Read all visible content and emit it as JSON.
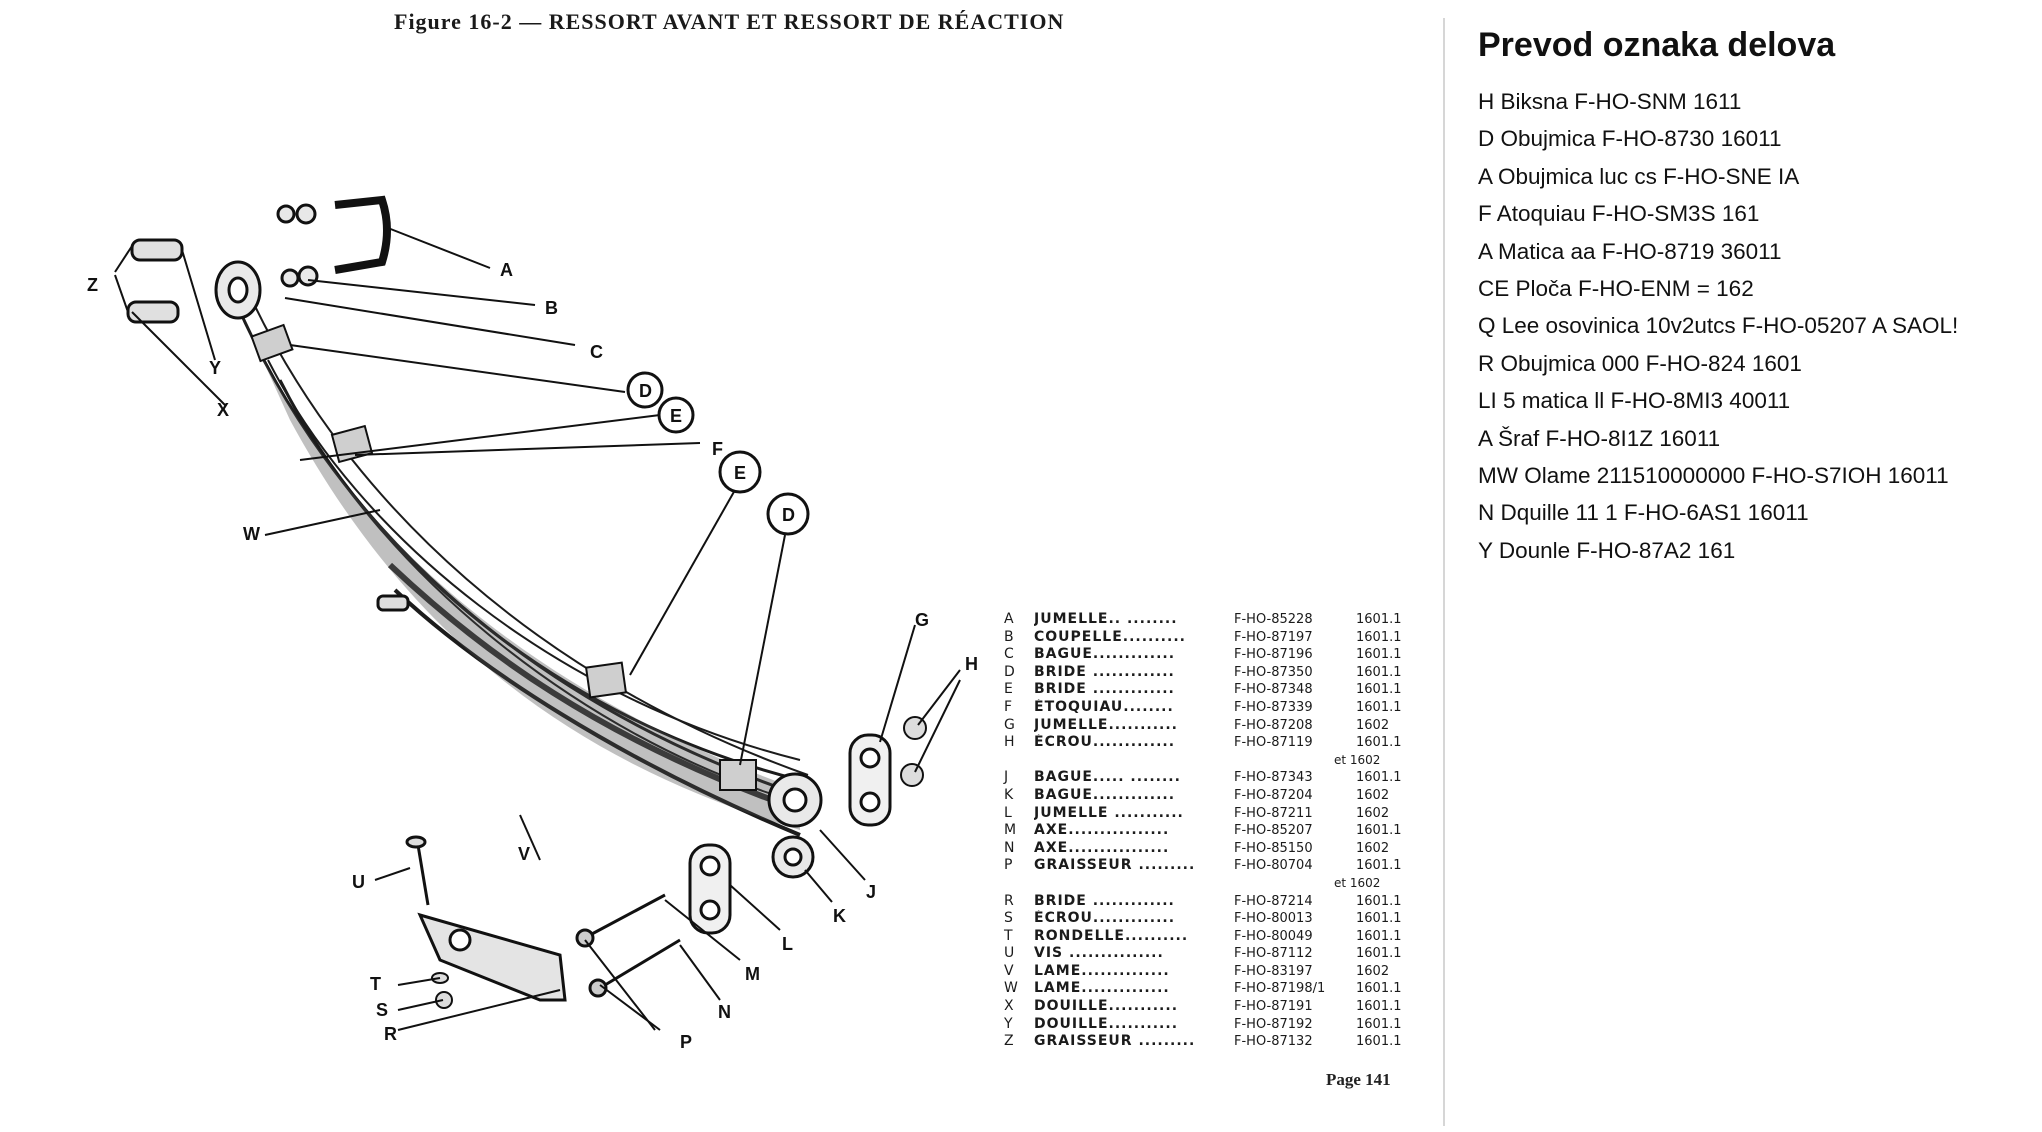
{
  "figure": {
    "title": "Figure 16-2 — RESSORT AVANT ET RESSORT DE RÉACTION",
    "page_number": "Page 141",
    "callouts": [
      "A",
      "B",
      "C",
      "D",
      "E",
      "F",
      "E",
      "D",
      "G",
      "H",
      "J",
      "K",
      "L",
      "M",
      "N",
      "P",
      "R",
      "S",
      "T",
      "U",
      "V",
      "W",
      "X",
      "Y",
      "Z"
    ]
  },
  "parts_table": [
    {
      "letter": "A",
      "name": "JUMELLE.. ........",
      "code": "F-HO-85228",
      "page": "1601.1"
    },
    {
      "letter": "B",
      "name": "COUPELLE..........",
      "code": "F-HO-87197",
      "page": "1601.1"
    },
    {
      "letter": "C",
      "name": "BAGUE.............",
      "code": "F-HO-87196",
      "page": "1601.1"
    },
    {
      "letter": "D",
      "name": "BRIDE .............",
      "code": "F-HO-87350",
      "page": "1601.1"
    },
    {
      "letter": "E",
      "name": "BRIDE .............",
      "code": "F-HO-87348",
      "page": "1601.1"
    },
    {
      "letter": "F",
      "name": "ÉTOQUIAU........",
      "code": "F-HO-87339",
      "page": "1601.1"
    },
    {
      "letter": "G",
      "name": "JUMELLE...........",
      "code": "F-HO-87208",
      "page": "1602"
    },
    {
      "letter": "H",
      "name": "ÉCROU.............",
      "code": "F-HO-87119",
      "page": "1601.1"
    },
    {
      "letter": "",
      "name": "",
      "code": "",
      "page": "",
      "note": "et 1602"
    },
    {
      "letter": "J",
      "name": "BAGUE..... ........",
      "code": "F-HO-87343",
      "page": "1601.1"
    },
    {
      "letter": "K",
      "name": "BAGUE.............",
      "code": "F-HO-87204",
      "page": "1602"
    },
    {
      "letter": "L",
      "name": "JUMELLE ...........",
      "code": "F-HO-87211",
      "page": "1602"
    },
    {
      "letter": "M",
      "name": "AXE................",
      "code": "F-HO-85207",
      "page": "1601.1"
    },
    {
      "letter": "N",
      "name": "AXE................",
      "code": "F-HO-85150",
      "page": "1602"
    },
    {
      "letter": "P",
      "name": "GRAISSEUR .........",
      "code": "F-HO-80704",
      "page": "1601.1"
    },
    {
      "letter": "",
      "name": "",
      "code": "",
      "page": "",
      "note": "et 1602"
    },
    {
      "letter": "R",
      "name": "BRIDE .............",
      "code": "F-HO-87214",
      "page": "1601.1"
    },
    {
      "letter": "S",
      "name": "ÉCROU.............",
      "code": "F-HO-80013",
      "page": "1601.1"
    },
    {
      "letter": "T",
      "name": "RONDELLE..........",
      "code": "F-HO-80049",
      "page": "1601.1"
    },
    {
      "letter": "U",
      "name": "VIS ...............",
      "code": "F-HO-87112",
      "page": "1601.1"
    },
    {
      "letter": "V",
      "name": "LAME..............",
      "code": "F-HO-83197",
      "page": "1602"
    },
    {
      "letter": "W",
      "name": "LAME..............",
      "code": "F-HO-87198/1",
      "page": "1601.1"
    },
    {
      "letter": "X",
      "name": "DOUILLE...........",
      "code": "F-HO-87191",
      "page": "1601.1"
    },
    {
      "letter": "Y",
      "name": "DOUILLE...........",
      "code": "F-HO-87192",
      "page": "1601.1"
    },
    {
      "letter": "Z",
      "name": "GRAISSEUR .........",
      "code": "F-HO-87132",
      "page": "1601.1"
    }
  ],
  "translation_panel": {
    "title": "Prevod oznaka delova",
    "lines": [
      "H Biksna F-HO-SNM 1611",
      "D Obujmica F-HO-8730 16011",
      "A Obujmica luc cs F-HO-SNE IA",
      "F Atoquiau F-HO-SM3S 161",
      "A Matica aa F-HO-8719 36011",
      "CE Ploča F-HO-ENM = 162",
      "Q Lee osovinica 10v2utcs F-HO-05207 A SAOL!",
      "R Obujmica 000 F-HO-824 1601",
      "LI 5 matica ll F-HO-8MI3 40011",
      "A Šraf F-HO-8I1Z 16011",
      "MW Olame 211510000000 F-HO-S7IOH 16011",
      "N Dquille 11 1 F-HO-6AS1 16011",
      "Y Dounle F-HO-87A2 161"
    ]
  }
}
